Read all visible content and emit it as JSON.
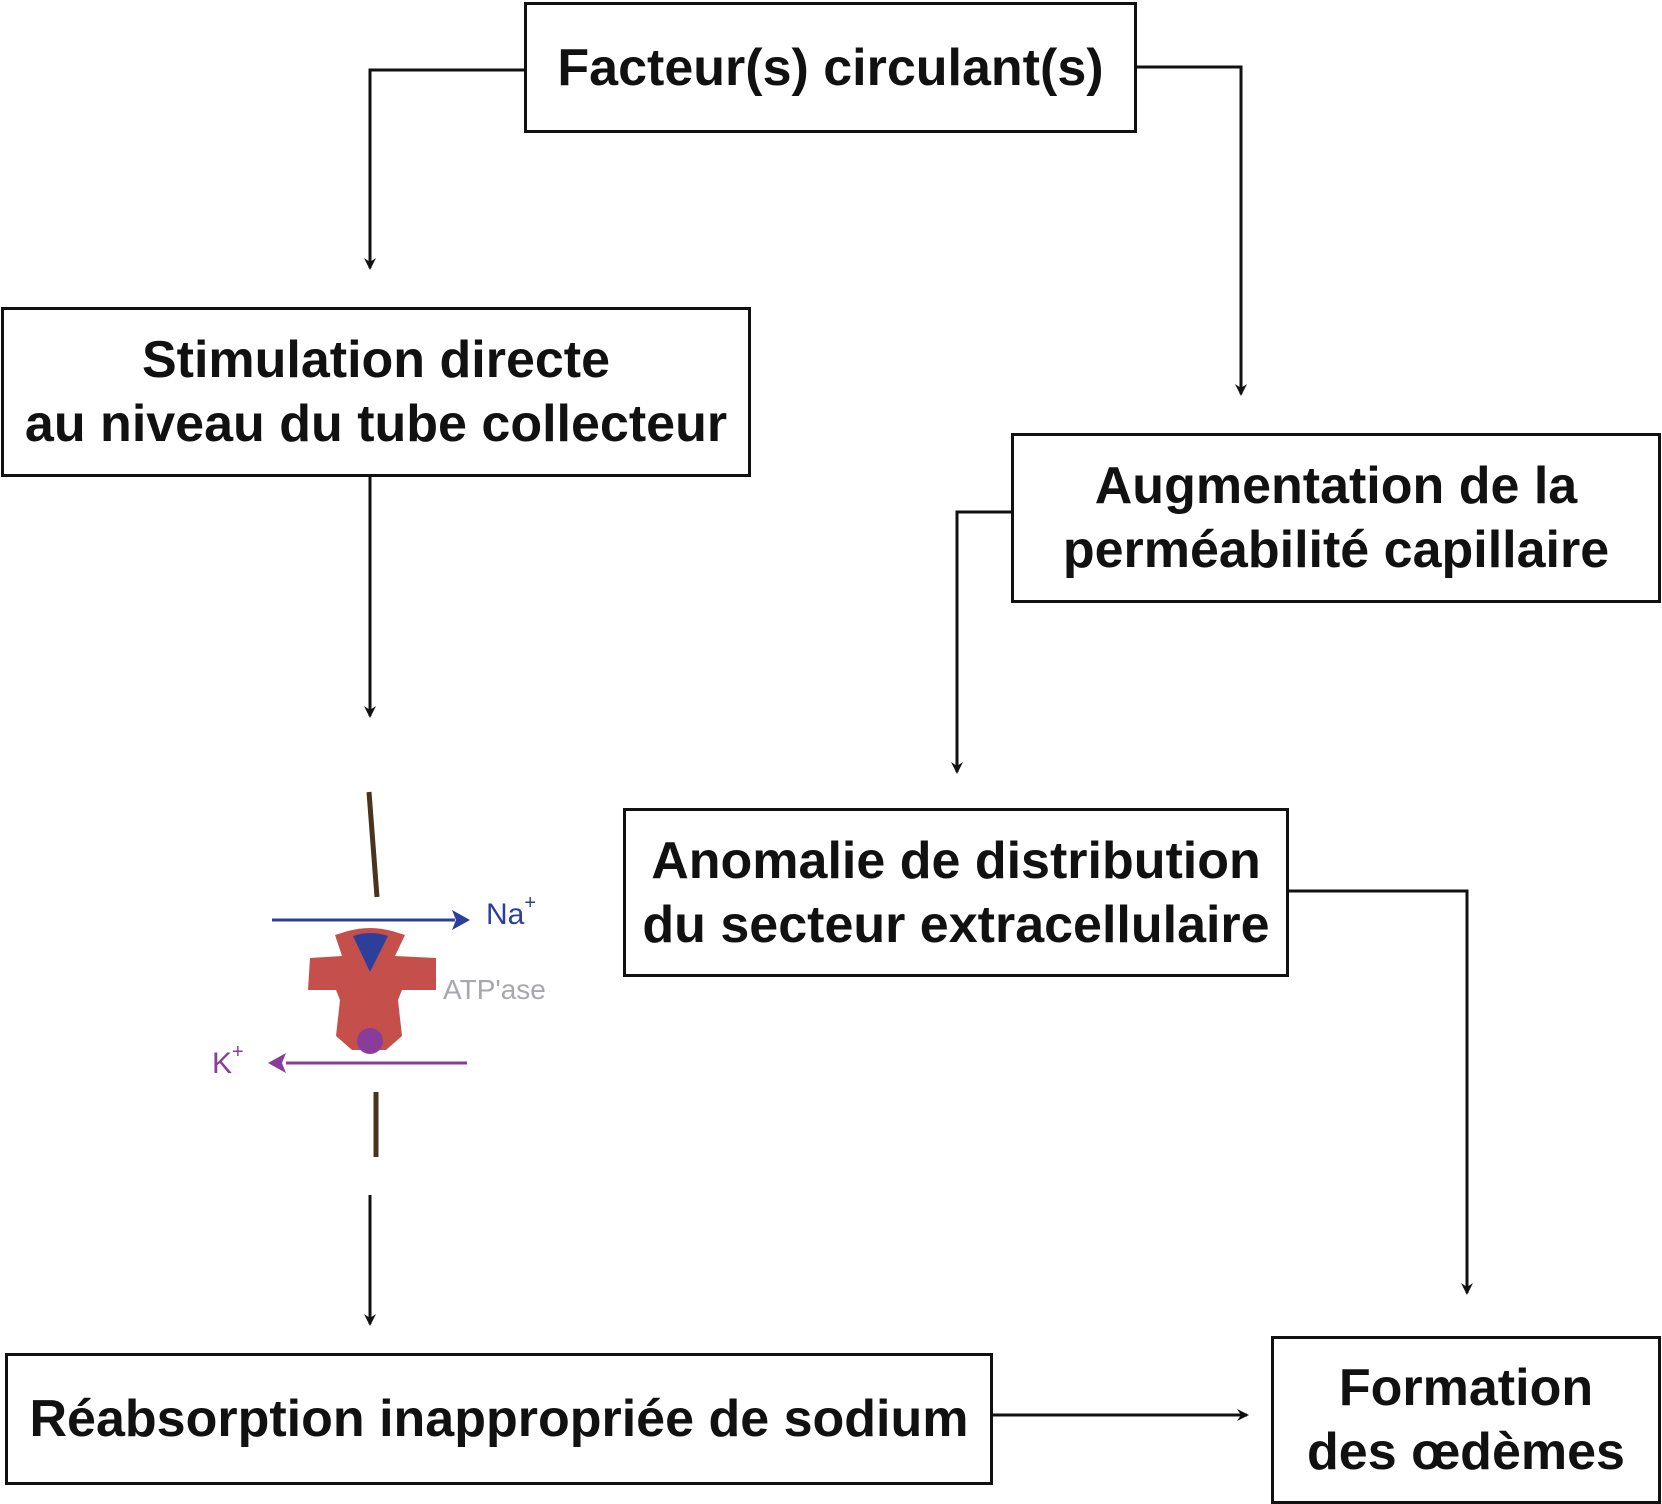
{
  "nodes": {
    "facteurs": {
      "lines": [
        "Facteur(s) circulant(s)"
      ]
    },
    "stimulation": {
      "lines": [
        "Stimulation directe",
        "au niveau du tube collecteur"
      ]
    },
    "augmentation": {
      "lines": [
        "Augmentation de la",
        "perméabilité capillaire"
      ]
    },
    "anomalie": {
      "lines": [
        "Anomalie de distribution",
        "du secteur extracellulaire"
      ]
    },
    "reabsorption": {
      "lines": [
        "Réabsorption inappropriée de sodium"
      ]
    },
    "formation": {
      "lines": [
        "Formation",
        "des œdèmes"
      ]
    }
  },
  "pump": {
    "na_label": "Na",
    "k_label": "K",
    "ion_charge": "+",
    "atp_label": "ATP'ase",
    "colors": {
      "na": "#2b3f9b",
      "k": "#8a3c9a",
      "pump": "#c5504b",
      "membrane": "#4a3420"
    }
  }
}
